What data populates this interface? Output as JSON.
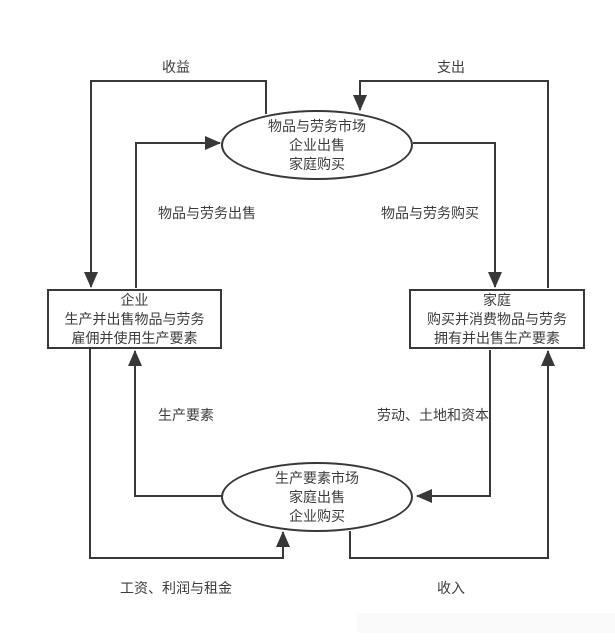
{
  "diagram": {
    "nodes": {
      "goods_market": {
        "lines": [
          "物品与劳务市场",
          "企业出售",
          "家庭购买"
        ]
      },
      "firms": {
        "lines": [
          "企业",
          "生产并出售物品与劳务",
          "雇佣并使用生产要素"
        ]
      },
      "households": {
        "lines": [
          "家庭",
          "购买并消费物品与劳务",
          "拥有并出售生产要素"
        ]
      },
      "factor_market": {
        "lines": [
          "生产要素市场",
          "家庭出售",
          "企业购买"
        ]
      }
    },
    "flow_labels": {
      "revenue": "收益",
      "spending": "支出",
      "goods_sold": "物品与劳务出售",
      "goods_bought": "物品与劳务购买",
      "factors": "生产要素",
      "labor_land_capital": "劳动、土地和资本",
      "wages_profit_rent": "工资、利润与租金",
      "income": "收入"
    },
    "flows": [
      {
        "from": "goods_market",
        "to": "firms",
        "label": "收益"
      },
      {
        "from": "firms",
        "to": "goods_market",
        "label": "物品与劳务出售"
      },
      {
        "from": "households",
        "to": "goods_market",
        "label": "支出"
      },
      {
        "from": "goods_market",
        "to": "households",
        "label": "物品与劳务购买"
      },
      {
        "from": "factor_market",
        "to": "firms",
        "label": "生产要素"
      },
      {
        "from": "firms",
        "to": "factor_market",
        "label": "工资、利润与租金"
      },
      {
        "from": "households",
        "to": "factor_market",
        "label": "劳动、土地和资本"
      },
      {
        "from": "factor_market",
        "to": "households",
        "label": "收入"
      }
    ],
    "colors": {
      "line": "#383838",
      "text": "#3c3c3c",
      "background": "#ffffff",
      "footer_band": "#fafafa"
    }
  }
}
